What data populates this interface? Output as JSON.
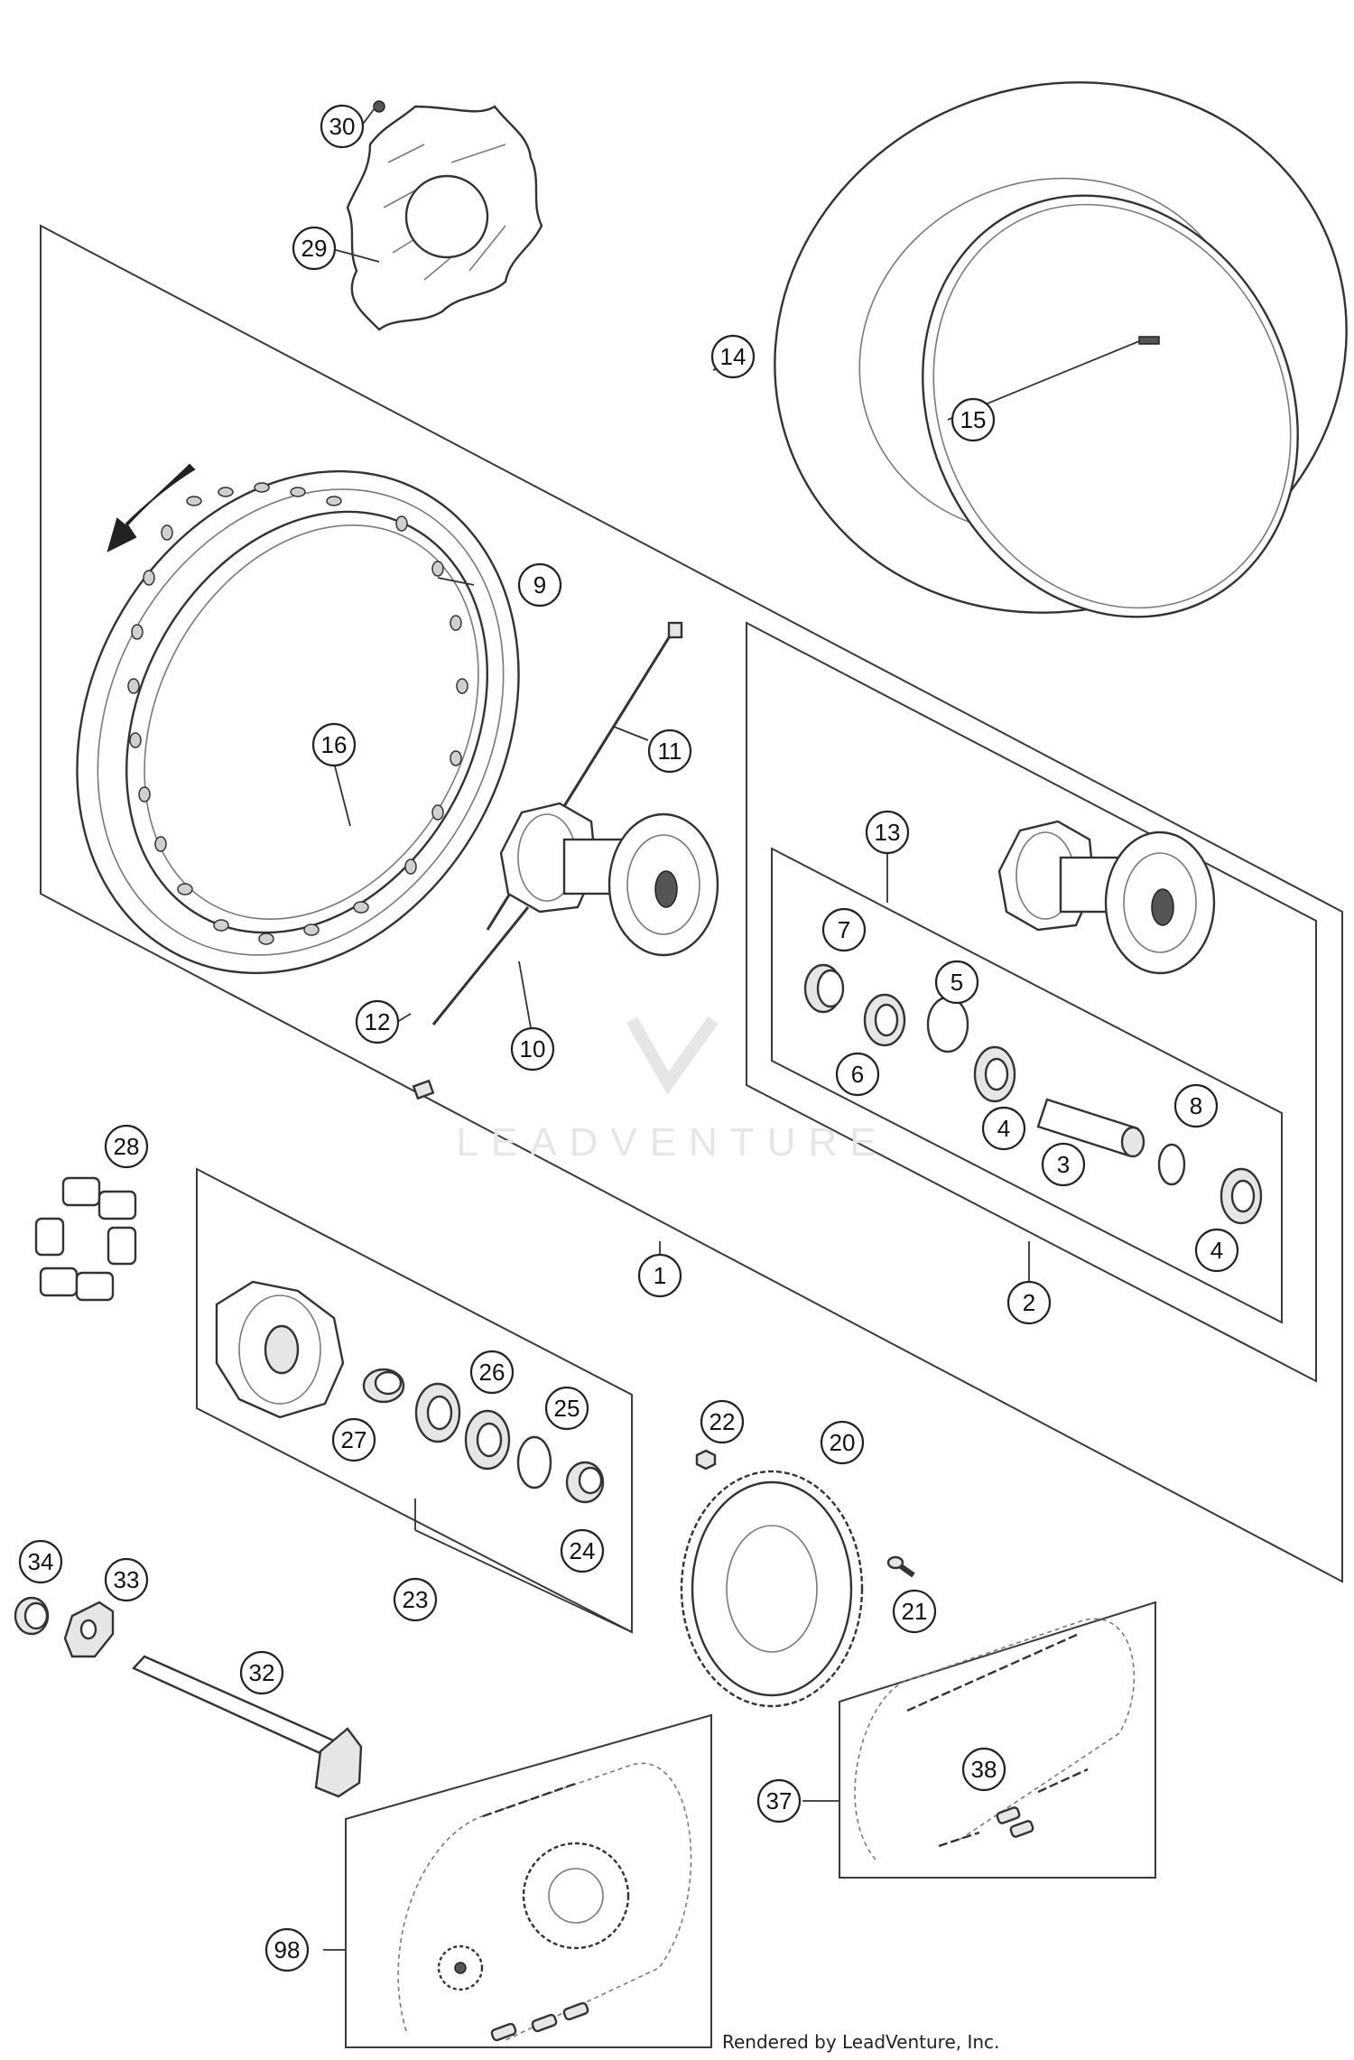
{
  "watermark": {
    "brand": "LEADVENTURE"
  },
  "credit": "Rendered by LeadVenture, Inc.",
  "callouts": [
    {
      "id": "c30",
      "label": "30"
    },
    {
      "id": "c29",
      "label": "29"
    },
    {
      "id": "c14",
      "label": "14"
    },
    {
      "id": "c15",
      "label": "15"
    },
    {
      "id": "c9",
      "label": "9"
    },
    {
      "id": "c16",
      "label": "16"
    },
    {
      "id": "c11",
      "label": "11"
    },
    {
      "id": "c13",
      "label": "13"
    },
    {
      "id": "c7",
      "label": "7"
    },
    {
      "id": "c5",
      "label": "5"
    },
    {
      "id": "c6",
      "label": "6"
    },
    {
      "id": "c12",
      "label": "12"
    },
    {
      "id": "c10",
      "label": "10"
    },
    {
      "id": "c8",
      "label": "8"
    },
    {
      "id": "c4a",
      "label": "4"
    },
    {
      "id": "c3",
      "label": "3"
    },
    {
      "id": "c4b",
      "label": "4"
    },
    {
      "id": "c28",
      "label": "28"
    },
    {
      "id": "c1",
      "label": "1"
    },
    {
      "id": "c2",
      "label": "2"
    },
    {
      "id": "c26",
      "label": "26"
    },
    {
      "id": "c25",
      "label": "25"
    },
    {
      "id": "c27",
      "label": "27"
    },
    {
      "id": "c22",
      "label": "22"
    },
    {
      "id": "c20",
      "label": "20"
    },
    {
      "id": "c24",
      "label": "24"
    },
    {
      "id": "c23",
      "label": "23"
    },
    {
      "id": "c21",
      "label": "21"
    },
    {
      "id": "c34",
      "label": "34"
    },
    {
      "id": "c33",
      "label": "33"
    },
    {
      "id": "c32",
      "label": "32"
    },
    {
      "id": "c38",
      "label": "38"
    },
    {
      "id": "c37",
      "label": "37"
    },
    {
      "id": "c98",
      "label": "98"
    }
  ]
}
